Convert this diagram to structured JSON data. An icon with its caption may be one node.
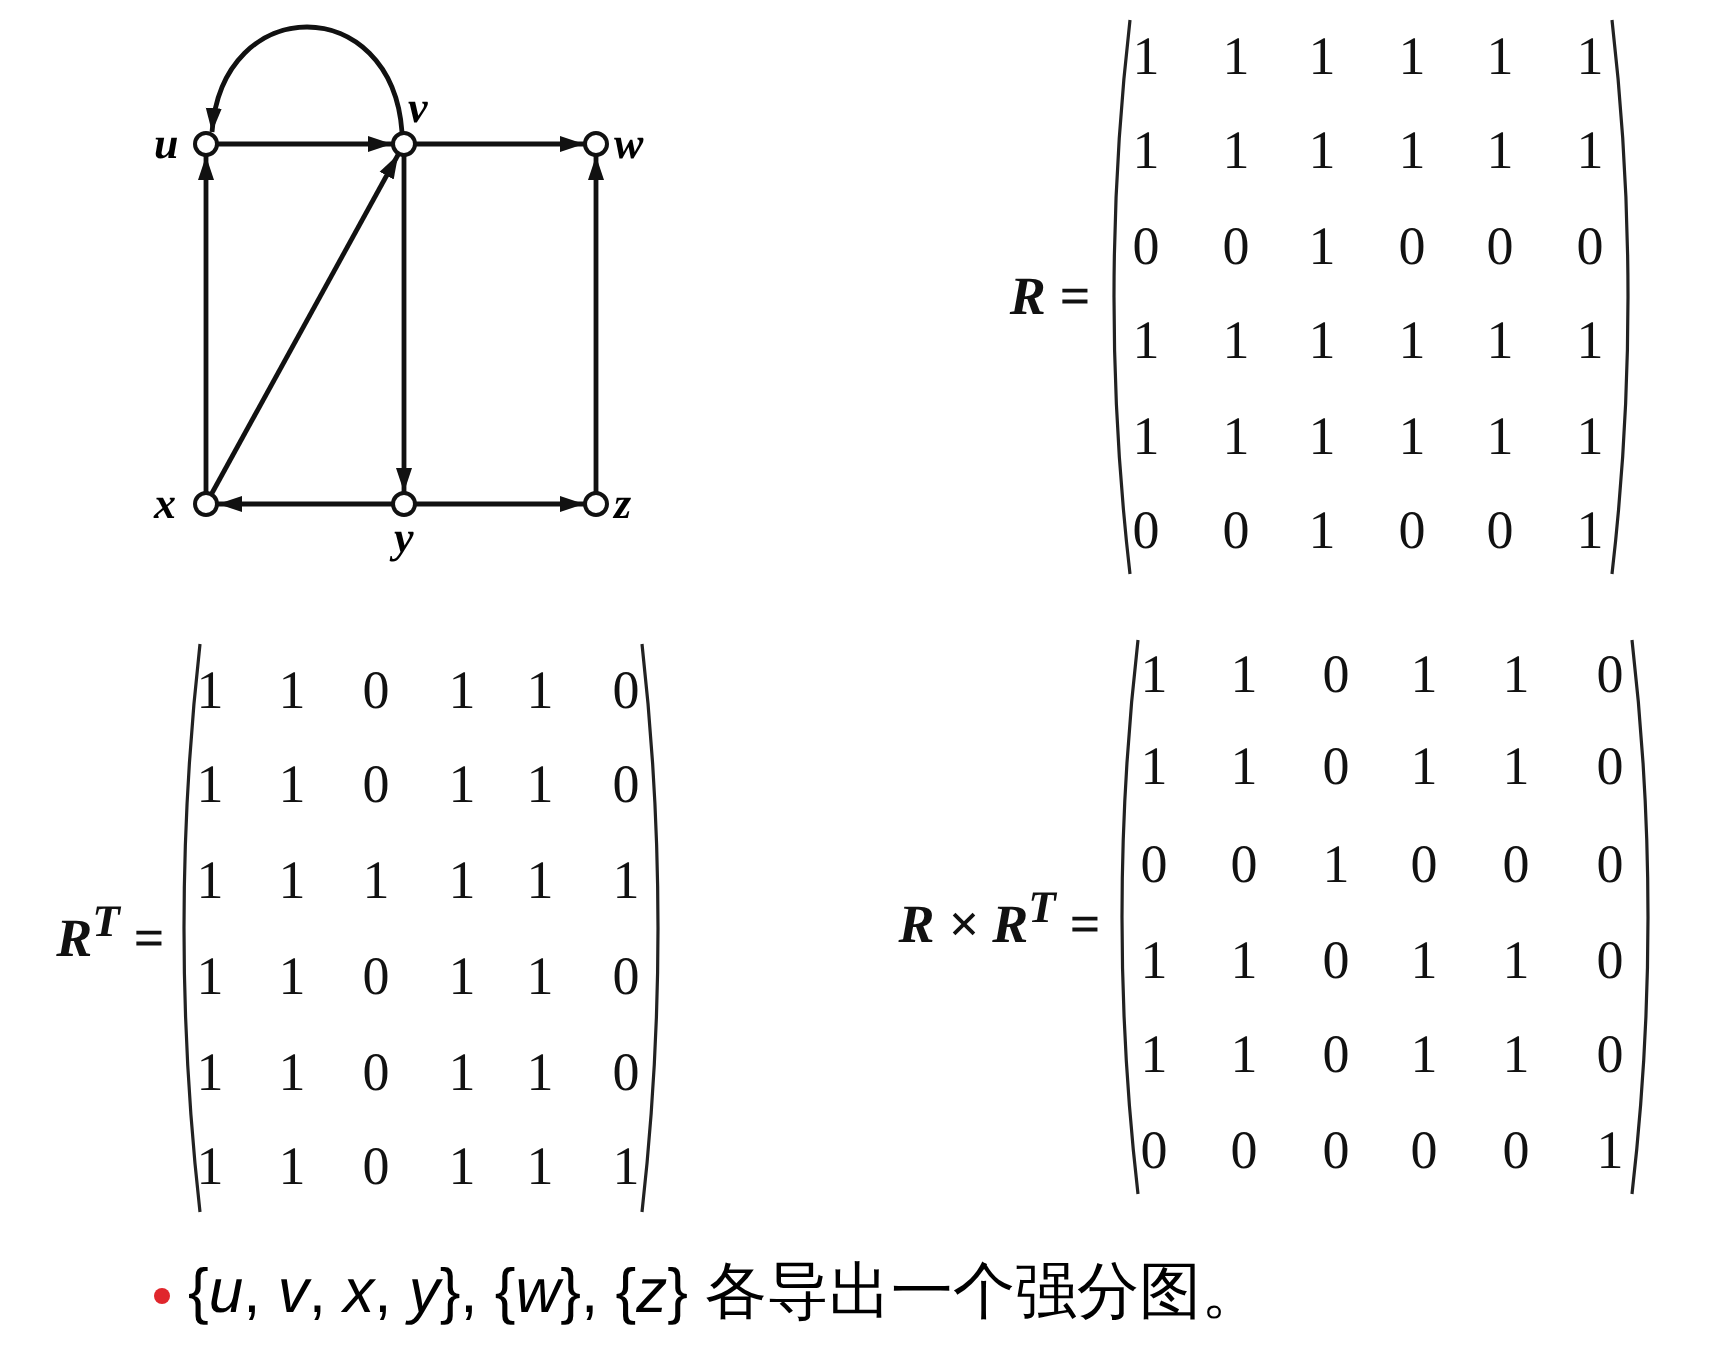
{
  "diagram": {
    "nodes": [
      {
        "text": [
          "u"
        ]
      },
      {
        "text": [
          "v"
        ]
      },
      {
        "text": [
          "w"
        ]
      },
      {
        "text": [
          "x"
        ]
      },
      {
        "text": [
          "y"
        ]
      },
      {
        "text": [
          "z"
        ]
      }
    ],
    "edges": [
      {
        "from": 0,
        "to": 1,
        "arrow": "to"
      },
      {
        "from": 1,
        "to": 0,
        "arrow": "to"
      },
      {
        "from": 1,
        "to": 2,
        "arrow": "to"
      },
      {
        "from": 3,
        "to": 0,
        "arrow": "to"
      },
      {
        "from": 3,
        "to": 1,
        "arrow": "to"
      },
      {
        "from": 1,
        "to": 4,
        "arrow": "to"
      },
      {
        "from": 4,
        "to": 3,
        "arrow": "to"
      },
      {
        "from": 4,
        "to": 5,
        "arrow": "to"
      },
      {
        "from": 5,
        "to": 2,
        "arrow": "to"
      }
    ],
    "labels": [
      "R =",
      "1",
      "1",
      "1",
      "1",
      "1",
      "1",
      "1",
      "1",
      "1",
      "1",
      "1",
      "1",
      "0",
      "0",
      "1",
      "0",
      "0",
      "0",
      "1",
      "1",
      "1",
      "1",
      "1",
      "1",
      "1",
      "1",
      "1",
      "1",
      "1",
      "1",
      "0",
      "0",
      "1",
      "0",
      "0",
      "1",
      "R$^{T}$ =",
      "1",
      "1",
      "0",
      "1",
      "1",
      "0",
      "1",
      "1",
      "0",
      "1",
      "1",
      "0",
      "1",
      "1",
      "1",
      "1",
      "1",
      "1",
      "1",
      "1",
      "0",
      "1",
      "1",
      "0",
      "1",
      "1",
      "0",
      "1",
      "1",
      "0",
      "1",
      "1",
      "0",
      "1",
      "1",
      "1",
      "R × R$^{T}$ =",
      "1",
      "1",
      "0",
      "1",
      "1",
      "0",
      "1",
      "1",
      "0",
      "1",
      "1",
      "0",
      "0",
      "0",
      "1",
      "0",
      "0",
      "0",
      "1",
      "1",
      "0",
      "1",
      "1",
      "0",
      "1",
      "1",
      "0",
      "1",
      "1",
      "0",
      "0",
      "0",
      "0",
      "0",
      "0",
      "1",
      "{*u*, *v*, *x*, *y*}, {*w*}, {*z*} 各导出一个强分图。"
    ]
  }
}
